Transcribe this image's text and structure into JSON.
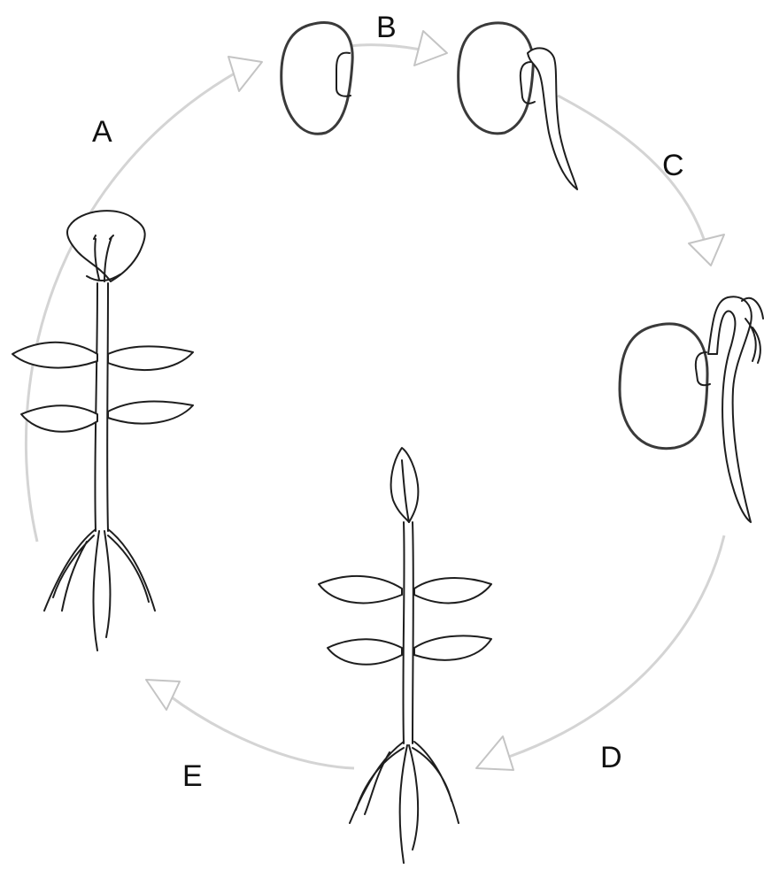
{
  "diagram": {
    "stage_labels": {
      "a": "A",
      "b": "B",
      "c": "C",
      "d": "D",
      "e": "E"
    },
    "colors": {
      "cycle_arrow": "#d4d4d4",
      "ink": "#1e1e1e",
      "background": "#ffffff"
    }
  }
}
